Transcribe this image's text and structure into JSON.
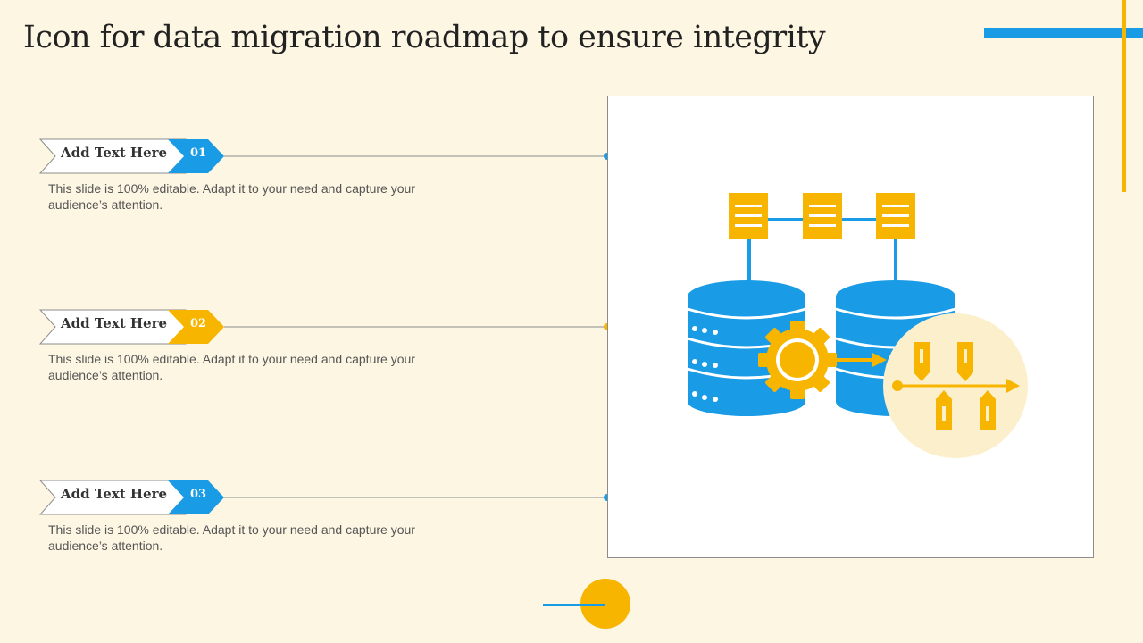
{
  "title": "Icon for data migration roadmap to ensure integrity",
  "items": [
    {
      "label": "Add Text Here",
      "number": "01",
      "color": "#1A9BE6",
      "description": "This slide is 100% editable. Adapt it to your need and capture your audience’s attention."
    },
    {
      "label": "Add Text Here",
      "number": "02",
      "color": "#F7B500",
      "description": "This slide is 100% editable. Adapt it to your need and capture your audience’s attention."
    },
    {
      "label": "Add Text Here",
      "number": "03",
      "color": "#1A9BE6",
      "description": "This slide is 100% editable. Adapt it to your need and capture your audience’s attention."
    }
  ],
  "colors": {
    "background": "#FDF6E3",
    "blue": "#1A9BE6",
    "yellow": "#F7B500",
    "pale": "#FCF0CC"
  },
  "icons": [
    "document-icon",
    "database-icon",
    "gear-icon",
    "roadmap-icon"
  ]
}
